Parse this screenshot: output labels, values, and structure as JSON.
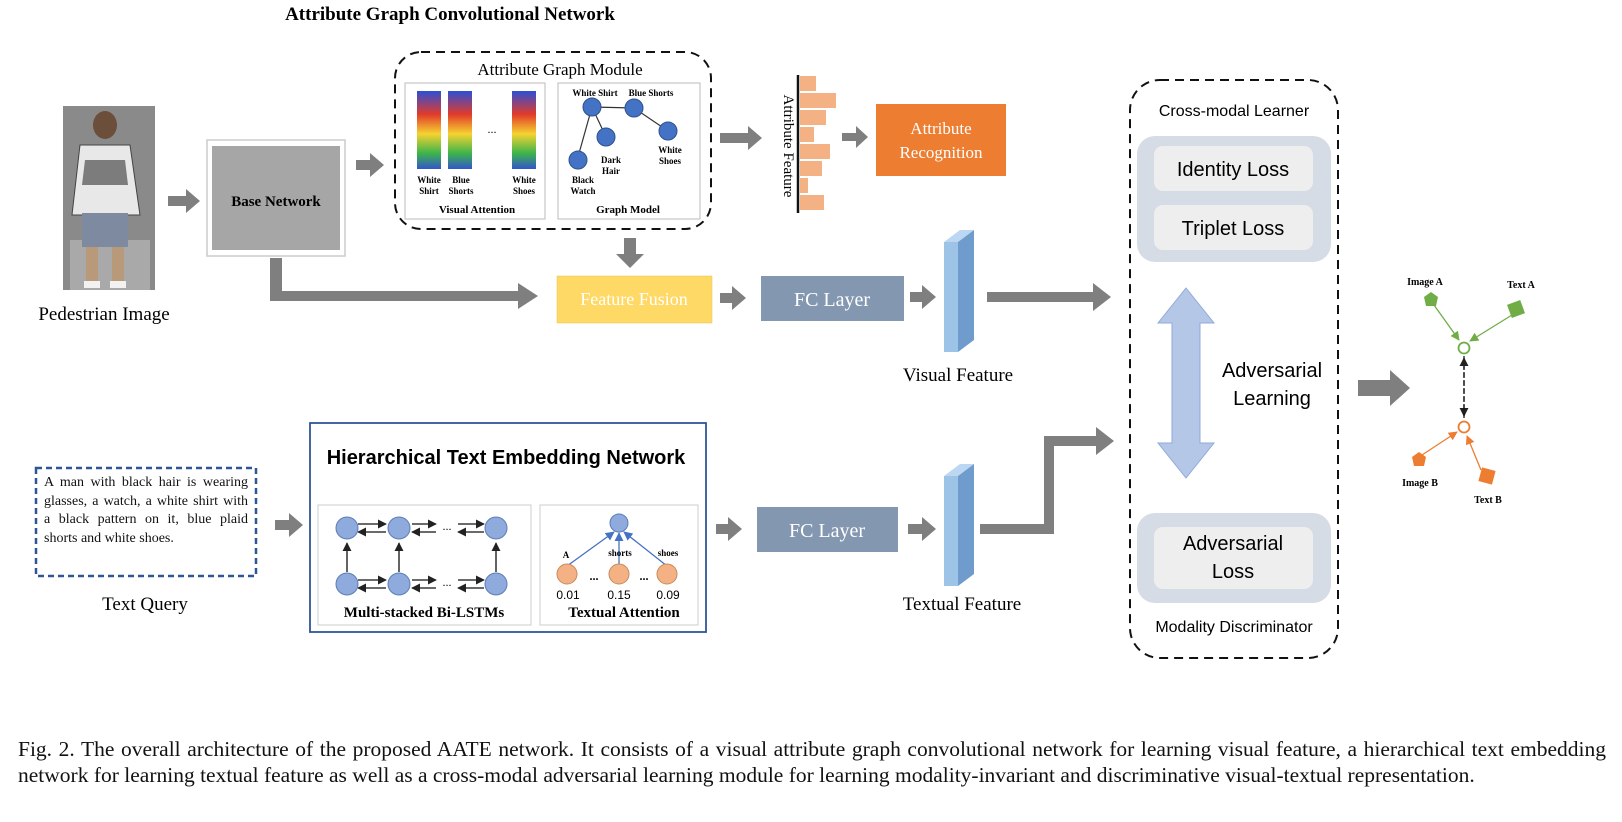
{
  "attr_gcn": {
    "title": "Attribute Graph Convolutional Network",
    "pedestrian_label": "Pedestrian Image",
    "base_network": "Base Network",
    "module_title": "Attribute Graph Module",
    "visual_attention": {
      "caption": "Visual Attention",
      "labels": [
        [
          "White",
          "Shirt"
        ],
        [
          "Blue",
          "Shorts"
        ],
        [
          "White",
          "Shoes"
        ]
      ],
      "ellipsis": "..."
    },
    "graph_model": {
      "caption": "Graph Model",
      "nodes": [
        [
          "White Shirt"
        ],
        [
          "Blue Shorts"
        ],
        [
          "White",
          "Shoes"
        ],
        [
          "Dark",
          "Hair"
        ],
        [
          "Black",
          "Watch"
        ]
      ]
    },
    "attribute_feature_label": "Attribute Feature",
    "attribute_histogram": [
      0.4,
      0.9,
      0.65,
      0.35,
      0.75,
      0.55,
      0.2,
      0.6
    ],
    "attribute_recognition": [
      "Attribute",
      "Recognition"
    ],
    "feature_fusion": "Feature Fusion",
    "fc_layer": "FC Layer",
    "visual_feature": "Visual Feature"
  },
  "text_branch": {
    "query_text": "A man with black hair is wearing glasses, a watch, a white shirt with a black pattern on it, blue plaid shorts and white shoes.",
    "query_label": "Text Query",
    "hten_title": "Hierarchical Text Embedding Network",
    "lstm_caption": "Multi-stacked Bi-LSTMs",
    "lstm_ellipsis": "...",
    "attention_caption": "Textual Attention",
    "attention_words": [
      "A",
      "shorts",
      "shoes"
    ],
    "attention_weights": [
      "0.01",
      "0.15",
      "0.09"
    ],
    "attention_ellipsis": "...",
    "fc_layer": "FC Layer",
    "textual_feature": "Textual Feature"
  },
  "cross_modal": {
    "learner_title": "Cross-modal Learner",
    "identity_loss": "Identity Loss",
    "triplet_loss": "Triplet Loss",
    "adversarial_learning": [
      "Adversarial",
      "Learning"
    ],
    "adversarial_loss": [
      "Adversarial",
      "Loss"
    ],
    "discriminator_title": "Modality Discriminator"
  },
  "embedding_space": {
    "image_a": "Image A",
    "text_a": "Text A",
    "image_b": "Image B",
    "text_b": "Text B"
  },
  "caption": "Fig. 2.  The overall architecture of the proposed AATE network. It consists of a visual attribute graph convolutional network for learning visual feature, a hierarchical text embedding network for learning textual feature as well as a cross-modal adversarial learning module for learning modality-invariant and discriminative visual-textual representation.",
  "colors": {
    "arrow_gray": "#7f7f7f",
    "fc_layer": "#8497b0",
    "feature_fusion": "#ffd966",
    "attribute_recognition": "#ed7d31",
    "histogram_bar": "#f4b183",
    "graph_node": "#4472c4",
    "attention_node": "#f4b183",
    "lstm_node": "#8faadc",
    "loss_panel": "#d6dce5",
    "loss_box": "#eeeeee",
    "base_network": "#a6a6a6",
    "feature_bar": "#9dc3e6",
    "hten_border": "#2f5597",
    "image_marker": "#70ad47",
    "text_marker": "#ed7d31"
  }
}
